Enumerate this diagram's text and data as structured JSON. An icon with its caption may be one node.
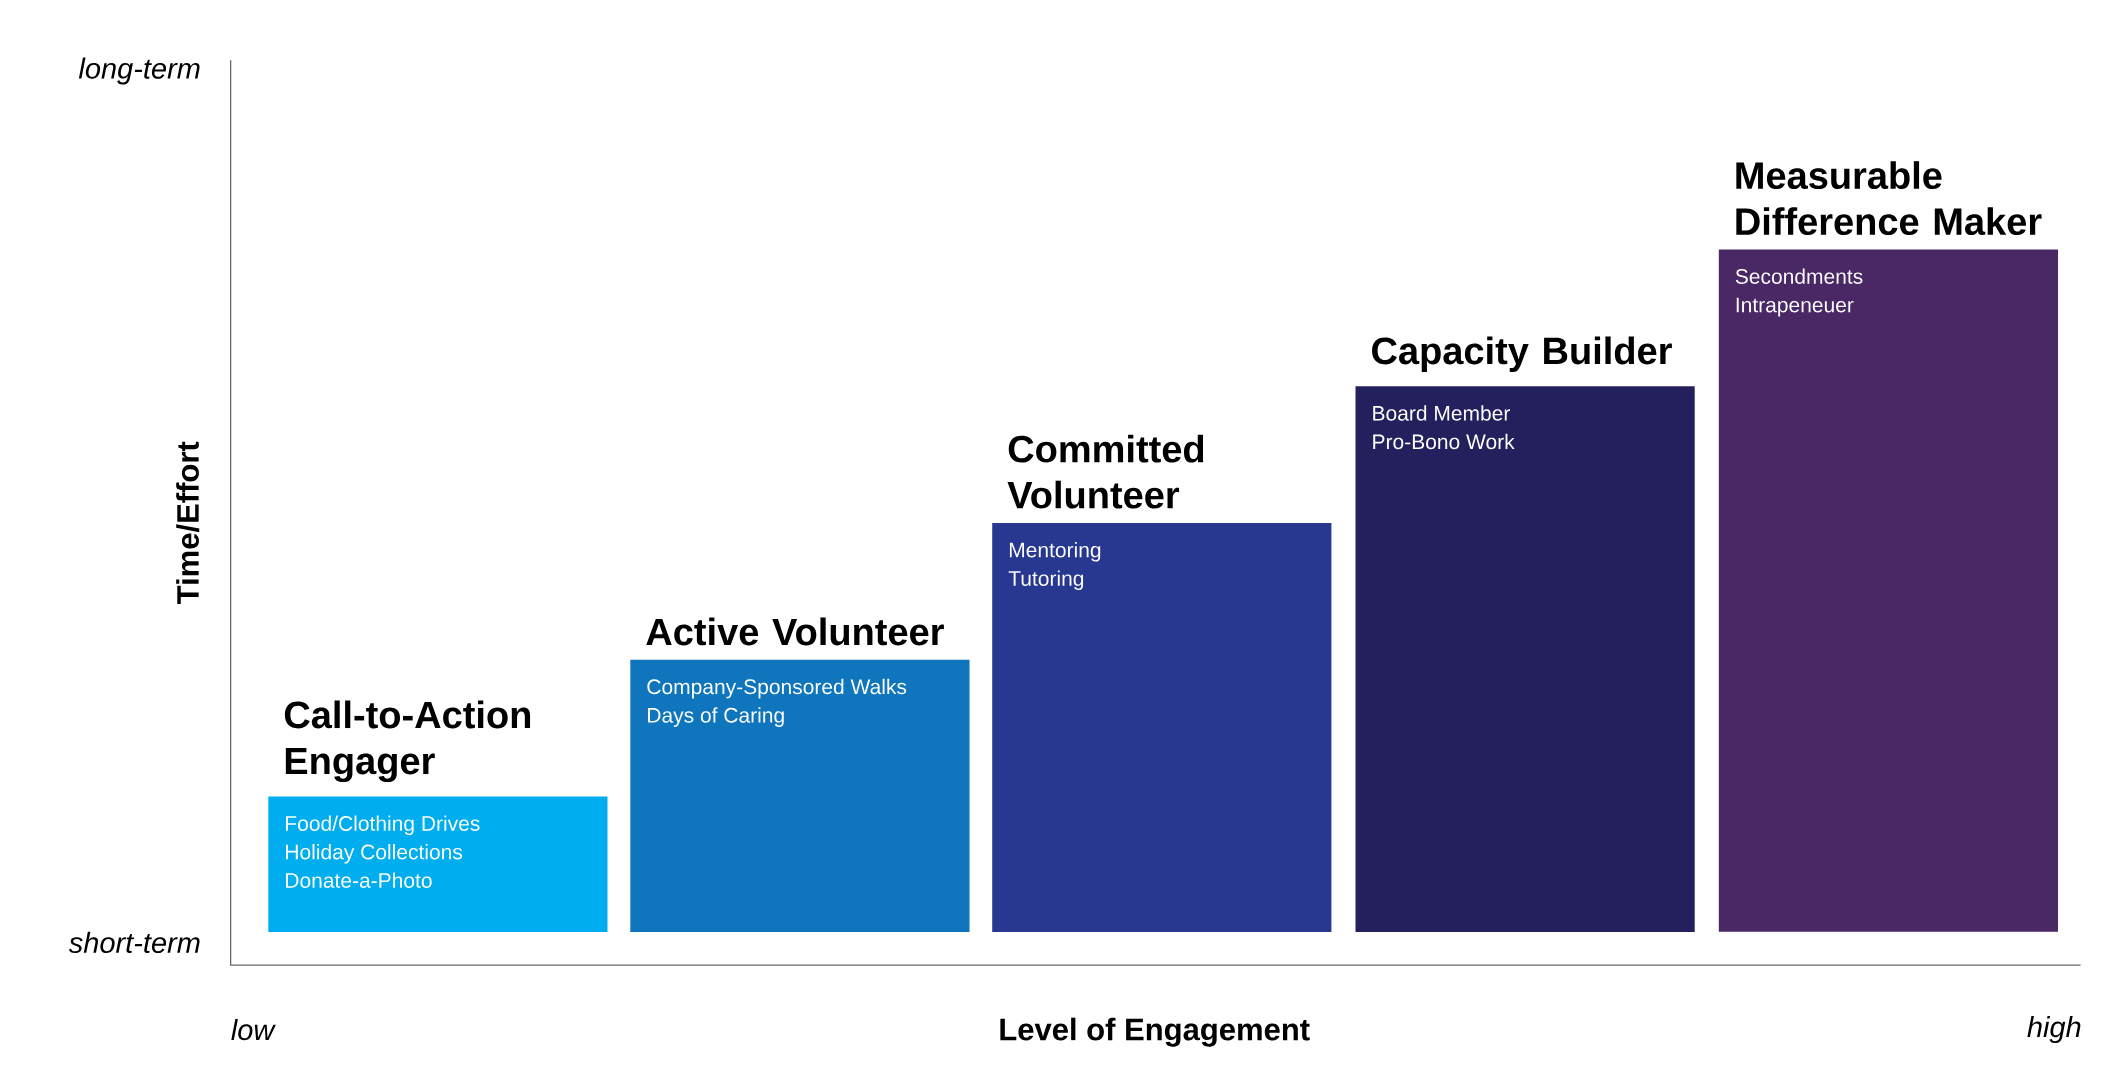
{
  "diagram": {
    "nodes": [
      {
        "text": [
          "Call-to-Action Engager",
          "Food/Clothing Drives",
          "Holiday Collections",
          "Donate-a-Photo"
        ]
      },
      {
        "text": [
          "Active Volunteer",
          "Company-Sponsored Walks",
          "Days of Caring"
        ]
      },
      {
        "text": [
          "Committed Volunteer",
          "Mentoring",
          "Tutoring"
        ]
      },
      {
        "text": [
          "Capacity Builder",
          "Board Member",
          "Pro-Bono Work"
        ]
      },
      {
        "text": [
          "Measurable Difference Maker",
          "Secondments",
          "Intrapeneuer"
        ]
      }
    ],
    "labels": [
      "long-term",
      "Time/Effort",
      "short-term",
      "low",
      "Level of Engagement",
      "high"
    ]
  }
}
